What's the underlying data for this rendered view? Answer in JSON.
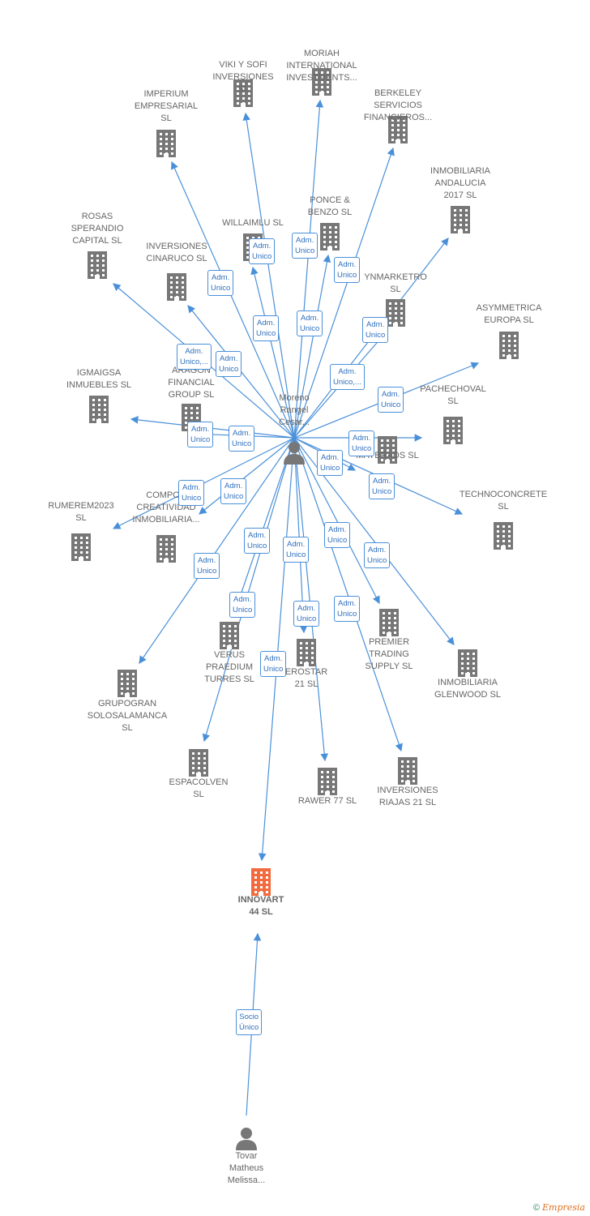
{
  "colors": {
    "edge": "#4a90d9",
    "building": "#777777",
    "focus_building": "#f26a3d",
    "person": "#777777"
  },
  "companies": [
    {
      "id": "viki",
      "label": "VIKI Y SOFI\nINVERSIONES\nSL"
    },
    {
      "id": "moriah",
      "label": "MORIAH\nINTERNATIONAL\nINVESTMENTS..."
    },
    {
      "id": "berkeley",
      "label": "BERKELEY\nSERVICIOS\nFINANCIEROS..."
    },
    {
      "id": "imperium",
      "label": "IMPERIUM\nEMPRESARIAL\nSL"
    },
    {
      "id": "inmoand",
      "label": "INMOBILIARIA\nANDALUCIA\n2017  SL"
    },
    {
      "id": "ponce",
      "label": "PONCE &\nBENZO  SL"
    },
    {
      "id": "willaimlu",
      "label": "WILLAIMLU  SL"
    },
    {
      "id": "rosas",
      "label": "ROSAS\nSPERANDIO\nCAPITAL  SL"
    },
    {
      "id": "cinaruco",
      "label": "INVERSIONES\nCINARUCO  SL"
    },
    {
      "id": "ynmarketro",
      "label": "YNMARKETRO\nSL"
    },
    {
      "id": "asymmetrica",
      "label": "ASYMMETRICA\nEUROPA  SL"
    },
    {
      "id": "aragon",
      "label": "ARAGON\nFINANCIAL\nGROUP  SL"
    },
    {
      "id": "igmaigsa",
      "label": "IGMAIGSA\nINMUEBLES  SL"
    },
    {
      "id": "pachechoval",
      "label": "PACHECHOVAL\nSL"
    },
    {
      "id": "maybrads",
      "label": "MAYBRADS  SL"
    },
    {
      "id": "technoconcrete",
      "label": "TECHNOCONCRETE\nSL"
    },
    {
      "id": "rumerem",
      "label": "RUMEREM2023\nSL"
    },
    {
      "id": "compor",
      "label": "COMPOR\nCREATIVIDAD\nINMOBILIARIA..."
    },
    {
      "id": "verus",
      "label": "VERUS\nPRAEDIUM\nTURRES  SL"
    },
    {
      "id": "erostar",
      "label": "EROSTAR\n21  SL"
    },
    {
      "id": "premier",
      "label": "PREMIER\nTRADING\nSUPPLY  SL"
    },
    {
      "id": "glenwood",
      "label": "INMOBILIARIA\nGLENWOOD  SL"
    },
    {
      "id": "grupogran",
      "label": "GRUPOGRAN\nSOLOSALAMANCA\nSL"
    },
    {
      "id": "espacolven",
      "label": "ESPACOLVEN\nSL"
    },
    {
      "id": "rawer",
      "label": "RAWER 77  SL"
    },
    {
      "id": "riajas",
      "label": "INVERSIONES\nRIAJAS 21  SL"
    },
    {
      "id": "innovart",
      "label": "INNOVART\n44  SL"
    }
  ],
  "persons": [
    {
      "id": "moreno",
      "label": "Moreno\nRangel\nCesar..."
    },
    {
      "id": "tovar",
      "label": "Tovar\nMatheus\nMelissa..."
    }
  ],
  "relations": [
    "Adm.\nUnico",
    "Adm.\nUnico",
    "Adm.\nUnico",
    "Adm.\nUnico",
    "Adm.\nUnico",
    "Adm.\nUnico",
    "Adm.\nUnico,...",
    "Adm.\nUnico",
    "Adm.\nUnico",
    "Adm.\nUnico,...",
    "Adm.\nUnico",
    "Adm.\nUnico",
    "Adm.\nUnico",
    "Adm.\nUnico",
    "Adm.\nUnico",
    "Adm.\nUnico",
    "Adm.\nUnico",
    "Adm.\nUnico",
    "Adm.\nUnico",
    "Adm.\nUnico",
    "Adm.\nUnico",
    "Adm.\nUnico",
    "Adm.\nUnico",
    "Adm.\nUnico",
    "Adm.\nUnico",
    "Adm.\nUnico",
    "Adm.\nUnico",
    "Socio\nÚnico"
  ],
  "copyright": {
    "symbol": "©",
    "brand": "Empresia"
  }
}
